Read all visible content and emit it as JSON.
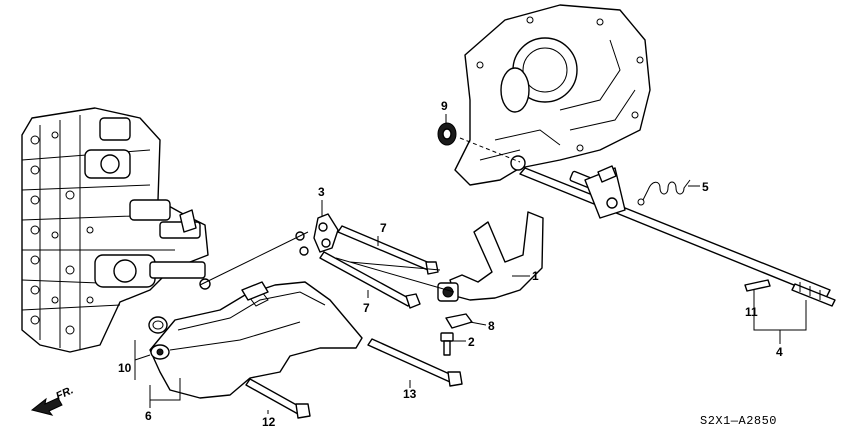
{
  "callouts": {
    "c1": "1",
    "c2": "2",
    "c3": "3",
    "c4": "4",
    "c5": "5",
    "c6": "6",
    "c7a": "7",
    "c7b": "7",
    "c8": "8",
    "c9": "9",
    "c10": "10",
    "c11": "11",
    "c12": "12",
    "c13": "13"
  },
  "direction_label": "FR.",
  "diagram_code": "S2X1—A2850"
}
